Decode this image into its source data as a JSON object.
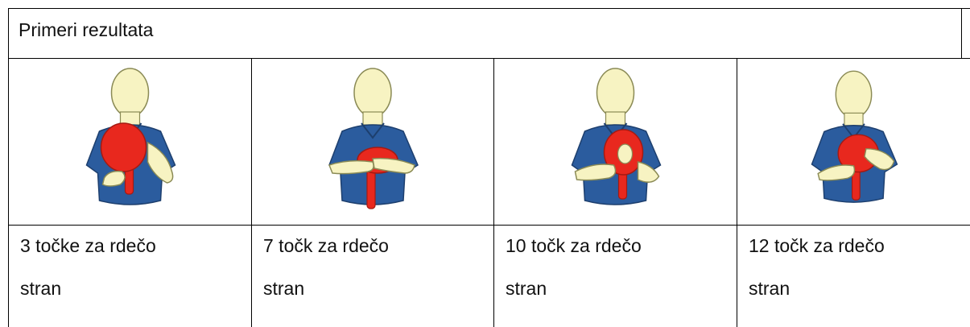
{
  "table": {
    "header": "Primeri rezultata",
    "columns": [
      {
        "icon": "umpire-signal-icon",
        "line1": "3 točke za rdečo",
        "line2": "stran"
      },
      {
        "icon": "umpire-signal-icon",
        "line1": "7 točk za rdečo",
        "line2": "stran"
      },
      {
        "icon": "umpire-signal-icon",
        "line1": "10 točk za rdečo",
        "line2": "stran"
      },
      {
        "icon": "umpire-signal-icon",
        "line1": "12 točk za rdečo",
        "line2": "stran"
      }
    ]
  },
  "colors": {
    "skin": "#f7f3c2",
    "shirt": "#2b5c9e",
    "paddle": "#e8281e",
    "outline": "#8a8a55",
    "border": "#000000"
  }
}
